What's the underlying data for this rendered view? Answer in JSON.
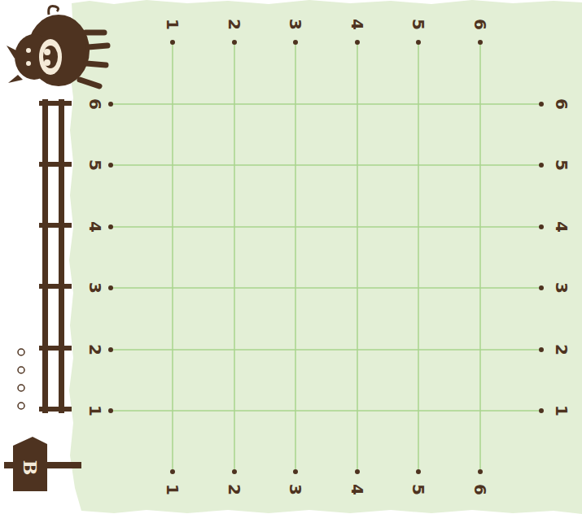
{
  "diagram": {
    "labels": [
      "1",
      "2",
      "3",
      "4",
      "5",
      "6",
      "6",
      "5",
      "4",
      "3",
      "2",
      "1",
      "6",
      "5",
      "4",
      "3",
      "2",
      "1",
      "1",
      "2",
      "3",
      "4",
      "5",
      "6",
      "B"
    ]
  }
}
